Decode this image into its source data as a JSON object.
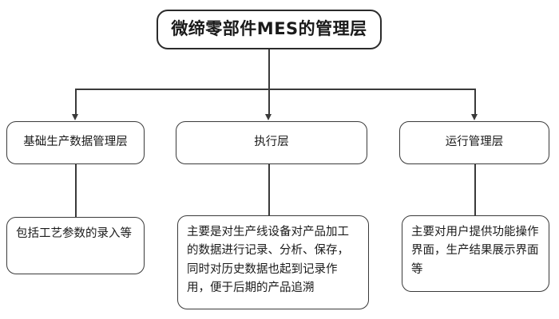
{
  "diagram": {
    "title_node": {
      "label": "微缔零部件MES的管理层"
    },
    "layers": [
      {
        "label": "基础生产数据管理层"
      },
      {
        "label": "执行层"
      },
      {
        "label": "运行管理层"
      }
    ],
    "descriptions": [
      {
        "text": "包括工艺参数的录入等"
      },
      {
        "text": "主要是对生产线设备对产品加工的数据进行记录、分析、保存，同时对历史数据也起到记录作用，便于后期的产品追溯"
      },
      {
        "text": "主要对用户提供功能操作界面，生产结果展示界面等"
      }
    ],
    "colors": {
      "background": "#ffffff",
      "node_border": "#3a3a3a",
      "title_border": "#2b2b2b",
      "text": "#1a1a1a",
      "connector": "#3a3a3a"
    }
  }
}
